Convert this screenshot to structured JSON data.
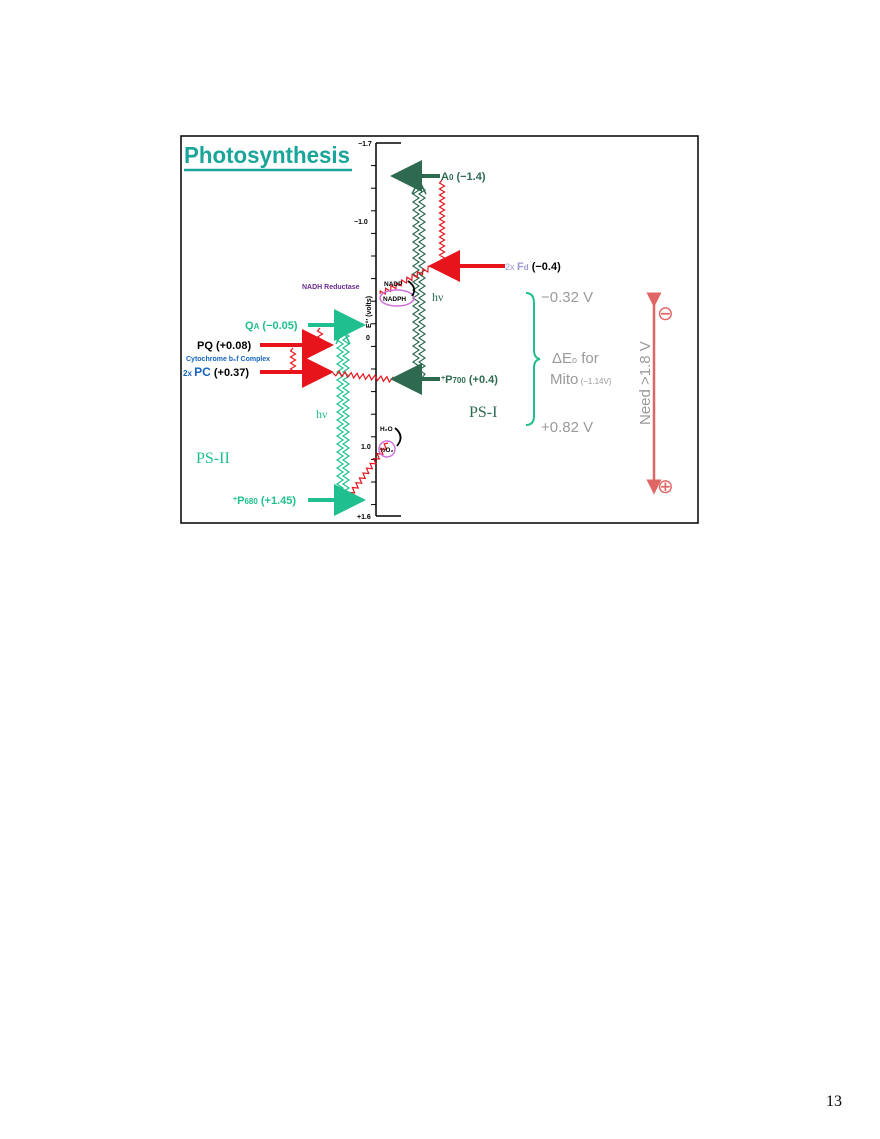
{
  "title": "Photosynthesis",
  "axis": {
    "top": "−1.7",
    "m1": "−1.0",
    "zero": "0",
    "p1": "1.0",
    "bottom": "+1.6",
    "label_e": "E°′",
    "label_volts": "(volts)"
  },
  "a0": {
    "name": "A",
    "sub": "0",
    "value": " (−1.4)"
  },
  "fd": {
    "mult": "2x ",
    "name": "F",
    "sub": "d",
    "value": " (−0.4)"
  },
  "nadh_reductase": "NADH Reductase",
  "nadp": "NADP",
  "nadph": "NADPH",
  "hv": "hν",
  "qa": {
    "name": "Q",
    "sub": "A",
    "value": " (−0.05)"
  },
  "pq": "PQ (+0.08)",
  "cytochrome": "Cytochrome b₆f Complex",
  "pc": {
    "mult": "2x ",
    "name": "PC",
    "value": " (+0.37)"
  },
  "p700": {
    "sup": "+",
    "name": "P",
    "sub": "700",
    "value": " (+0.4)"
  },
  "p680": {
    "sup": "+",
    "name": "P",
    "sub": "680",
    "value": " (+1.45)"
  },
  "ps1": "PS-I",
  "ps2": "PS-II",
  "h2o": "H₂O",
  "o2": "½O₂",
  "mito": {
    "top": "−0.32 V",
    "delta": "ΔE",
    "delta_sub": "o",
    "for": " for",
    "mito": "Mito",
    "mito_val": " (−1.14V)",
    "bottom": "+0.82 V"
  },
  "need": "Need >1.8 V",
  "minus_sign": "⊖",
  "plus_sign": "⊕",
  "page_number": "13",
  "colors": {
    "teal": "#1fbf8f",
    "dark_green": "#2d6a50",
    "red": "#e8141c",
    "purple": "#6b2c91",
    "blue": "#1565c0",
    "grey": "#9a9a9a",
    "pink": "#d070d8",
    "salmon": "#e06666"
  }
}
